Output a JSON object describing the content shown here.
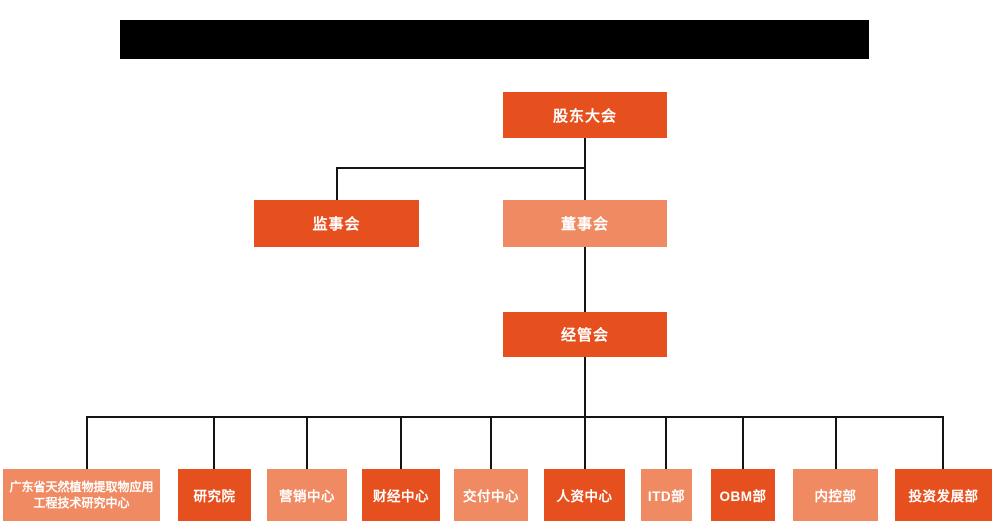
{
  "title_bar": {
    "text": ""
  },
  "colors": {
    "primary_dark_orange": "#E6501E",
    "secondary_light_orange": "#EF8A62",
    "connector_line": "#141414",
    "title_bar_bg": "#000000",
    "node_text": "#ffffff",
    "page_bg": "#ffffff"
  },
  "org_chart": {
    "type": "org-tree",
    "root": {
      "label": "股东大会"
    },
    "level2": [
      {
        "label": "监事会",
        "tone": "dark"
      },
      {
        "label": "董事会",
        "tone": "light"
      }
    ],
    "level3": {
      "label": "经管会",
      "tone": "dark"
    },
    "departments": [
      {
        "label": "广东省天然植物提取物应用工程技术研究中心",
        "tone": "light"
      },
      {
        "label": "研究院",
        "tone": "dark"
      },
      {
        "label": "营销中心",
        "tone": "light"
      },
      {
        "label": "财经中心",
        "tone": "dark"
      },
      {
        "label": "交付中心",
        "tone": "light"
      },
      {
        "label": "人资中心",
        "tone": "dark"
      },
      {
        "label": "ITD部",
        "tone": "light"
      },
      {
        "label": "OBM部",
        "tone": "dark"
      },
      {
        "label": "内控部",
        "tone": "light"
      },
      {
        "label": "投资发展部",
        "tone": "dark"
      }
    ]
  }
}
